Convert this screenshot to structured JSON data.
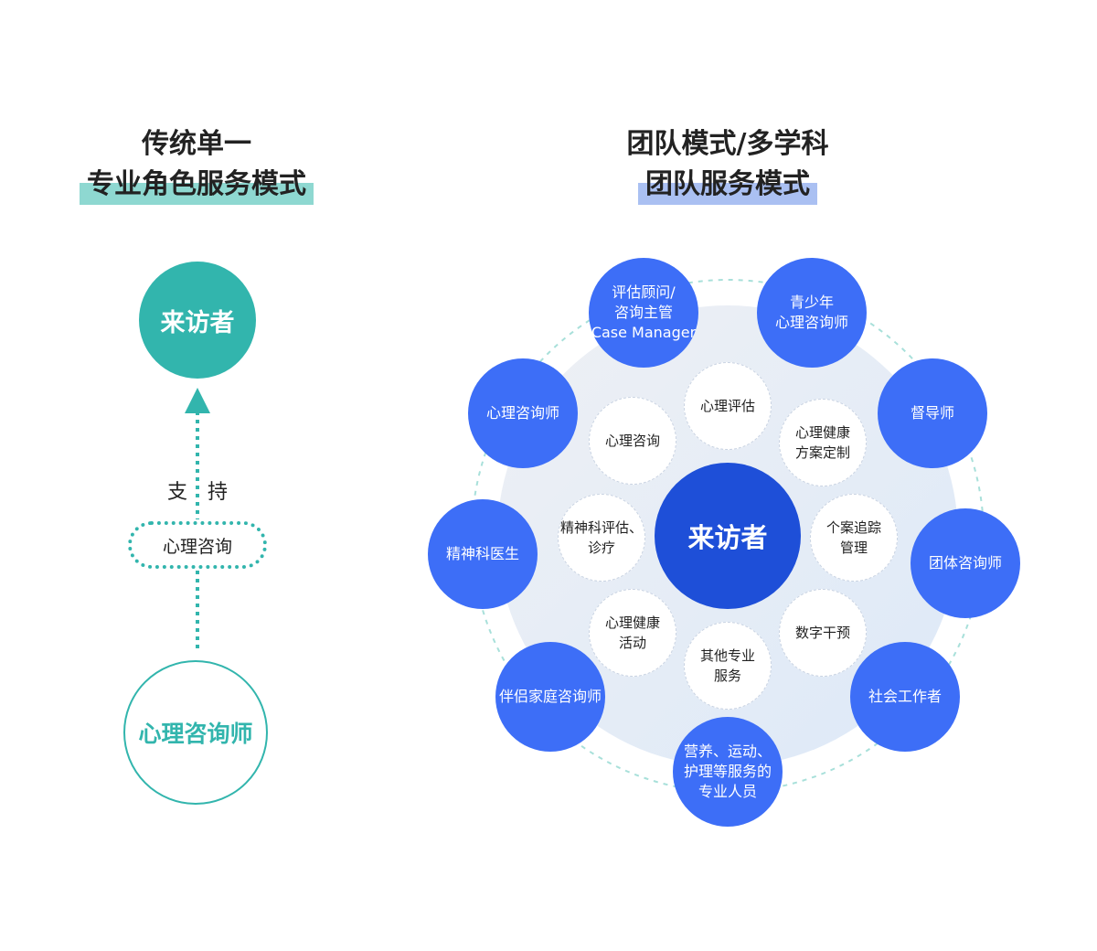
{
  "left": {
    "title_line1": "传统单一",
    "title_line2": "专业角色服务模式",
    "top_circle": "来访者",
    "support": "支　持",
    "pill": "心理咨询",
    "bottom_circle": "心理咨询师",
    "colors": {
      "teal": "#32b5ad",
      "highlight": "#8ed8d1"
    }
  },
  "right": {
    "title_line1": "团队模式/多学科",
    "title_line2": "团队服务模式",
    "center": "来访者",
    "outer_nodes": [
      "评估顾问/\n咨询主管\nCase Manager",
      "青少年\n心理咨询师",
      "督导师",
      "团体咨询师",
      "社会工作者",
      "营养、运动、\n护理等服务的\n专业人员",
      "伴侣家庭咨询师",
      "精神科医生",
      "心理咨询师"
    ],
    "inner_nodes": [
      "心理评估",
      "心理健康\n方案定制",
      "个案追踪\n管理",
      "数字干预",
      "其他专业\n服务",
      "心理健康\n活动",
      "精神科评估、\n诊疗",
      "心理咨询"
    ],
    "colors": {
      "outer": "#3d6ef7",
      "center": "#1e4fd8",
      "highlight": "#aac0f2"
    }
  }
}
